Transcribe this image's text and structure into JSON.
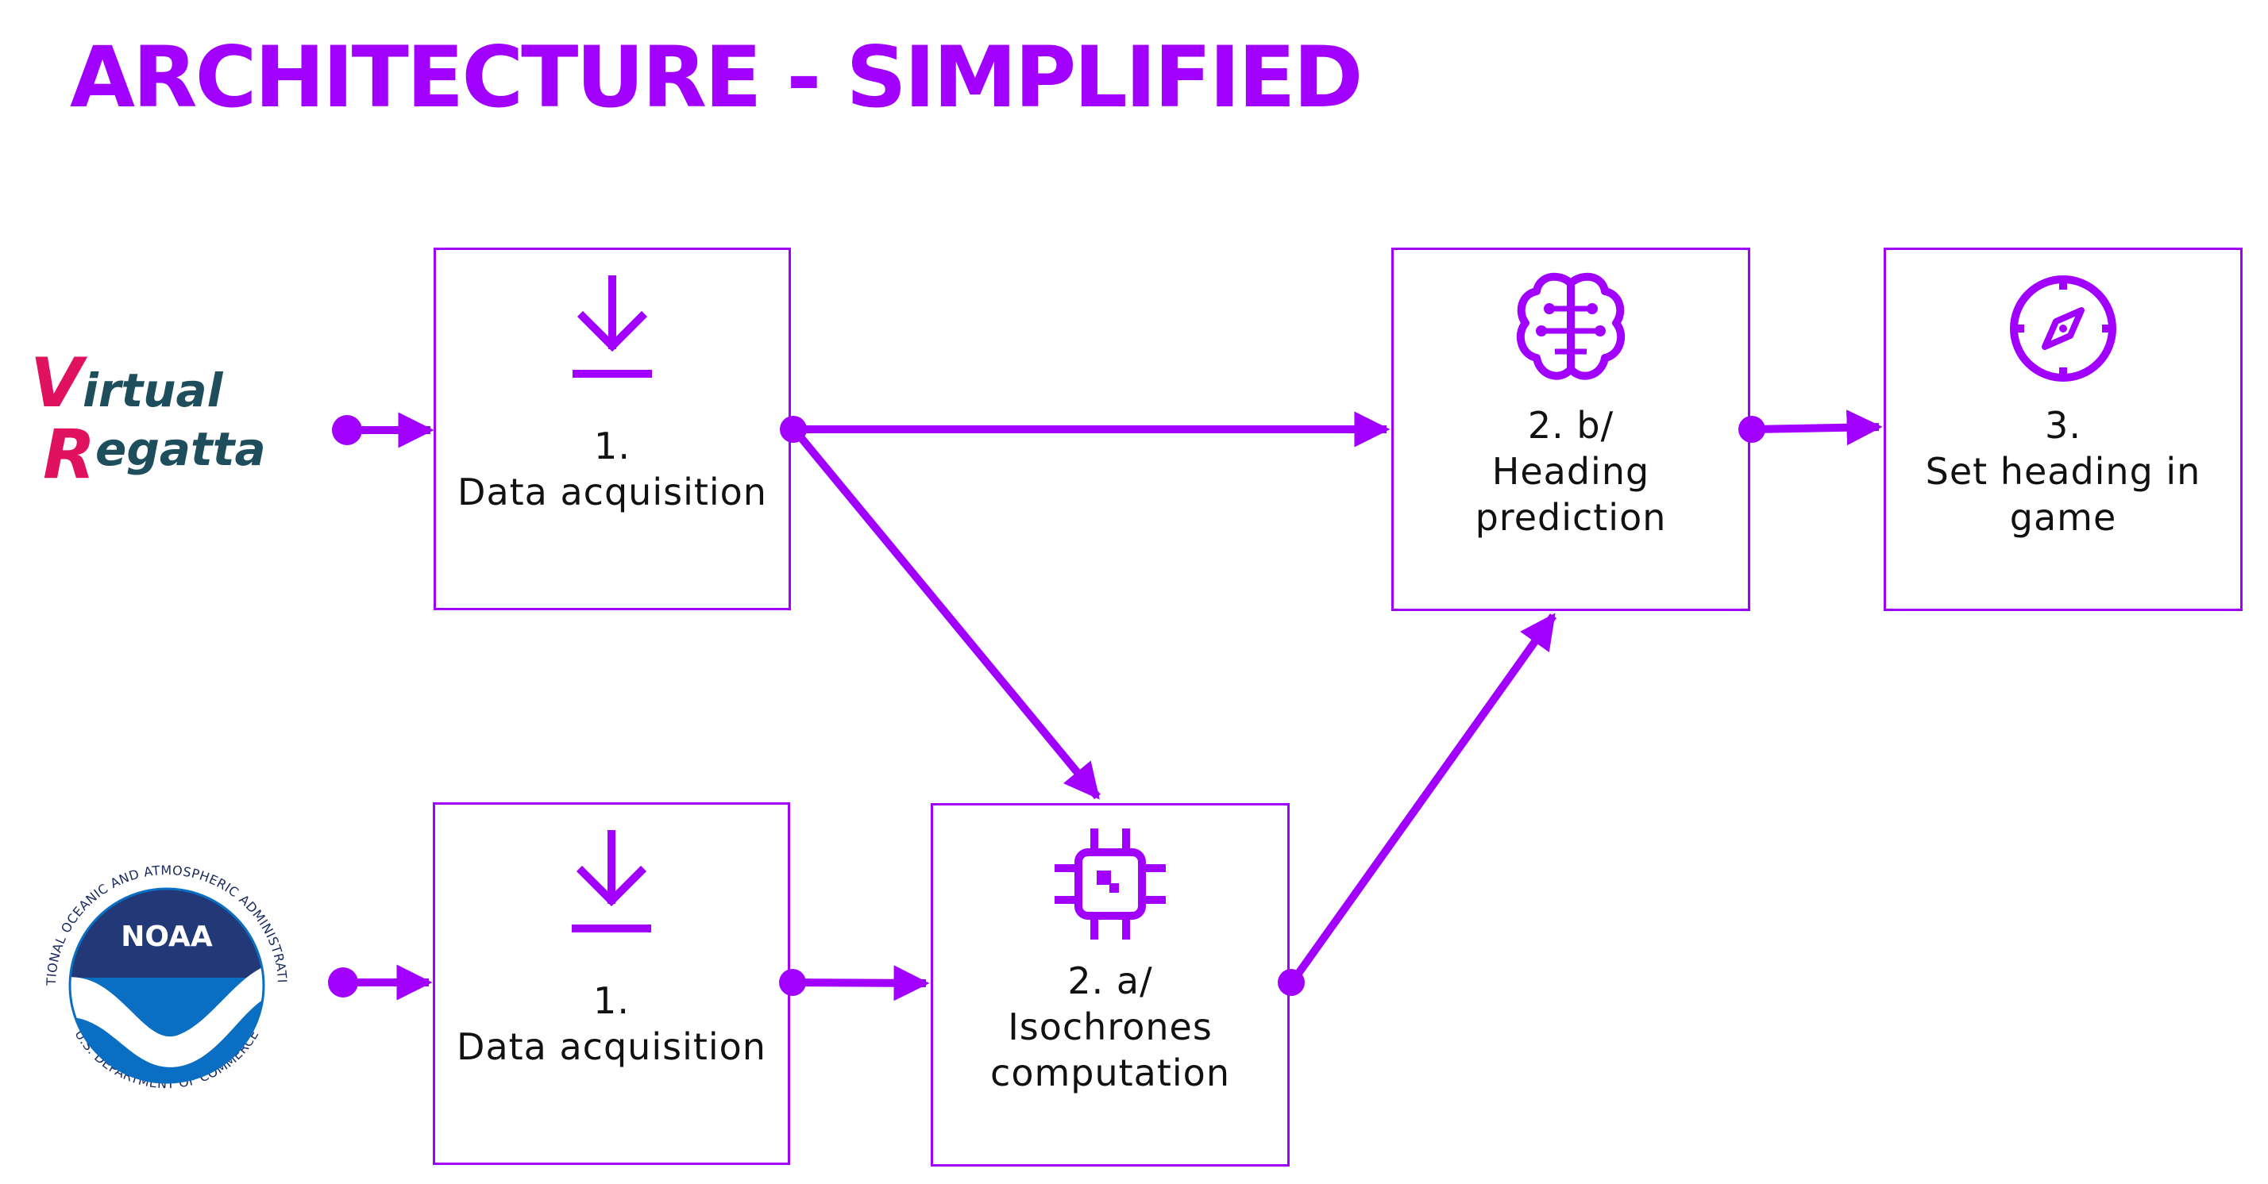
{
  "title": "ARCHITECTURE - SIMPLIFIED",
  "colors": {
    "accent": "#a100ff",
    "text": "#111111",
    "vr_red": "#e0115f",
    "vr_teal": "#1e4d5c",
    "noaa_navy": "#233876",
    "noaa_blue": "#0a6fc2"
  },
  "logos": {
    "virtual_regatta": {
      "line1": "Virtual",
      "line2": "Regatta",
      "line1_initial": "V",
      "line1_rest": "irtual",
      "line2_initial": "R",
      "line2_rest": "egatta"
    },
    "noaa": {
      "name": "NOAA",
      "ring_text": "NATIONAL OCEANIC AND ATMOSPHERIC ADMINISTRATION",
      "bottom_text": "U.S. DEPARTMENT OF COMMERCE"
    }
  },
  "boxes": {
    "acq_top": {
      "line1": "1.",
      "line2": "Data acquisition",
      "icon": "download-icon"
    },
    "acq_bottom": {
      "line1": "1.",
      "line2": "Data acquisition",
      "icon": "download-icon"
    },
    "isochrones": {
      "line1": "2. a/",
      "line2": "Isochrones",
      "line3": "computation",
      "icon": "chip-icon"
    },
    "heading": {
      "line1": "2. b/",
      "line2": "Heading",
      "line3": "prediction",
      "icon": "brain-icon"
    },
    "set_heading": {
      "line1": "3.",
      "line2": "Set heading in",
      "line3": "game",
      "icon": "compass-icon"
    }
  }
}
